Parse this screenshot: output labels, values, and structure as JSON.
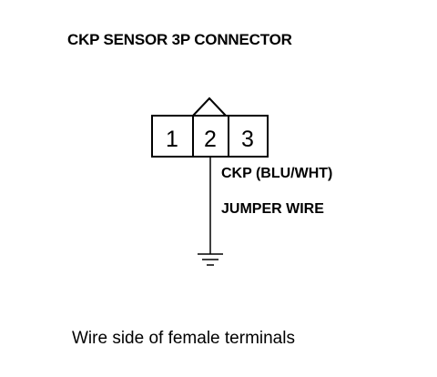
{
  "title": "CKP SENSOR 3P CONNECTOR",
  "connector": {
    "pins": [
      "1",
      "2",
      "3"
    ],
    "locked_pin_index": 1
  },
  "wire_labels": {
    "ckp": "CKP (BLU/WHT)",
    "jumper": "JUMPER WIRE"
  },
  "caption": "Wire side of female terminals",
  "colors": {
    "ink": "#000000",
    "background": "#ffffff"
  }
}
